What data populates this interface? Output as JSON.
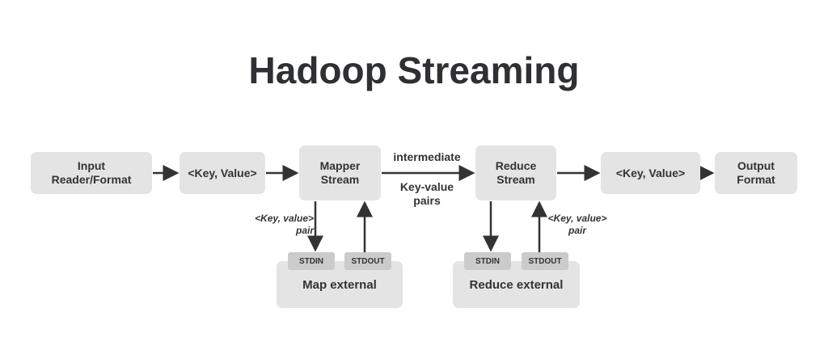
{
  "title": "Hadoop Streaming",
  "nodes": {
    "input": "Input\nReader/Format",
    "kv_in": "<Key, Value>",
    "mapper": "Mapper\nStream",
    "reduce": "Reduce\nStream",
    "kv_out": "<Key, Value>",
    "output": "Output\nFormat",
    "map_external": "Map external",
    "reduce_external": "Reduce external",
    "map_stdin": "STDIN",
    "map_stdout": "STDOUT",
    "reduce_stdin": "STDIN",
    "reduce_stdout": "STDOUT"
  },
  "labels": {
    "intermediate": "intermediate",
    "kv_pairs": "Key-value\npairs",
    "map_pair": "<Key, value>\npair",
    "reduce_pair": "<Key, value>\npair"
  },
  "colors": {
    "box": "#e4e4e4",
    "port": "#cbcbcb",
    "arrow": "#333333"
  }
}
